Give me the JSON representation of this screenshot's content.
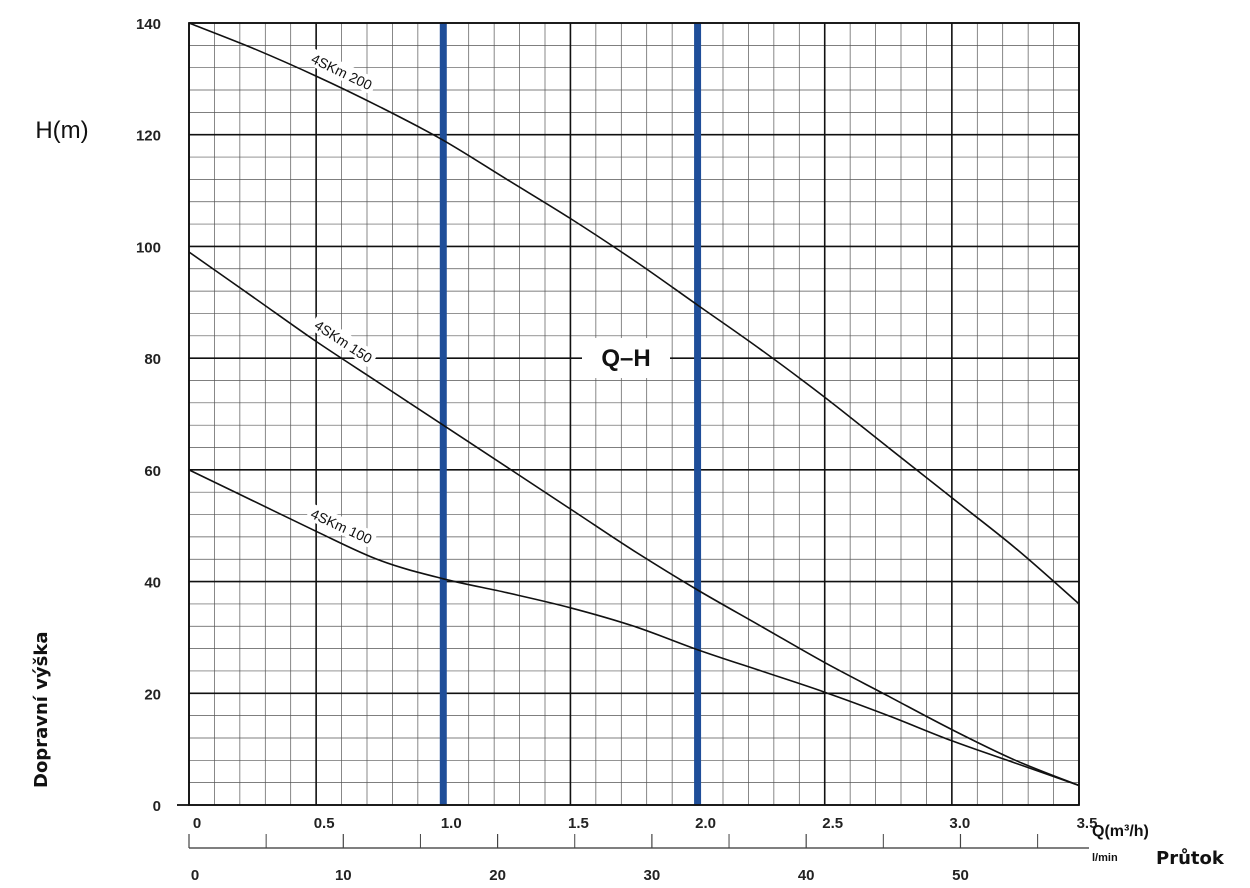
{
  "chart_data": {
    "type": "line",
    "title": "Q–H",
    "ylabel": "H(m)",
    "ylabel_secondary": "Dopravní výška",
    "xlabel": "Q(m³/h)",
    "xlabel_secondary": "l/min",
    "xlabel_tertiary": "Průtok",
    "xlim": [
      0,
      3.5
    ],
    "ylim": [
      0,
      140
    ],
    "x_ticks": [
      "0",
      "0.5",
      "1.0",
      "1.5",
      "2.0",
      "2.5",
      "3.0",
      "3.5"
    ],
    "y_ticks": [
      "0",
      "20",
      "40",
      "60",
      "80",
      "100",
      "120",
      "140"
    ],
    "x_ticks_lmin": [
      "0",
      "10",
      "20",
      "30",
      "40",
      "50"
    ],
    "grid": true,
    "highlight_x": [
      1.0,
      2.0
    ],
    "highlight_color": "#1f4e99",
    "series": [
      {
        "name": "4SKm 200",
        "x": [
          0,
          0.25,
          0.5,
          0.75,
          1.0,
          1.25,
          1.5,
          1.75,
          2.0,
          2.25,
          2.5,
          2.75,
          3.0,
          3.25,
          3.5
        ],
        "y": [
          140,
          135.5,
          130.5,
          125,
          119,
          112,
          105,
          97.5,
          89.5,
          81.5,
          73,
          64,
          55,
          46,
          36
        ]
      },
      {
        "name": "4SKm 150",
        "x": [
          0,
          0.25,
          0.5,
          0.75,
          1.0,
          1.25,
          1.5,
          1.75,
          2.0,
          2.25,
          2.5,
          2.75,
          3.0,
          3.25,
          3.5
        ],
        "y": [
          99,
          91,
          83,
          75.5,
          68,
          60.5,
          53,
          45.5,
          38.5,
          32,
          25.5,
          19.5,
          13.5,
          8,
          3.5
        ]
      },
      {
        "name": "4SKm 100",
        "x": [
          0,
          0.25,
          0.5,
          0.75,
          1.0,
          1.25,
          1.5,
          1.75,
          2.0,
          2.25,
          2.5,
          2.75,
          3.0,
          3.25,
          3.5
        ],
        "y": [
          60,
          54.5,
          49,
          43.8,
          40.5,
          38,
          35.3,
          32,
          27.8,
          24,
          20.2,
          16,
          11.5,
          7.5,
          3.5
        ]
      }
    ]
  }
}
